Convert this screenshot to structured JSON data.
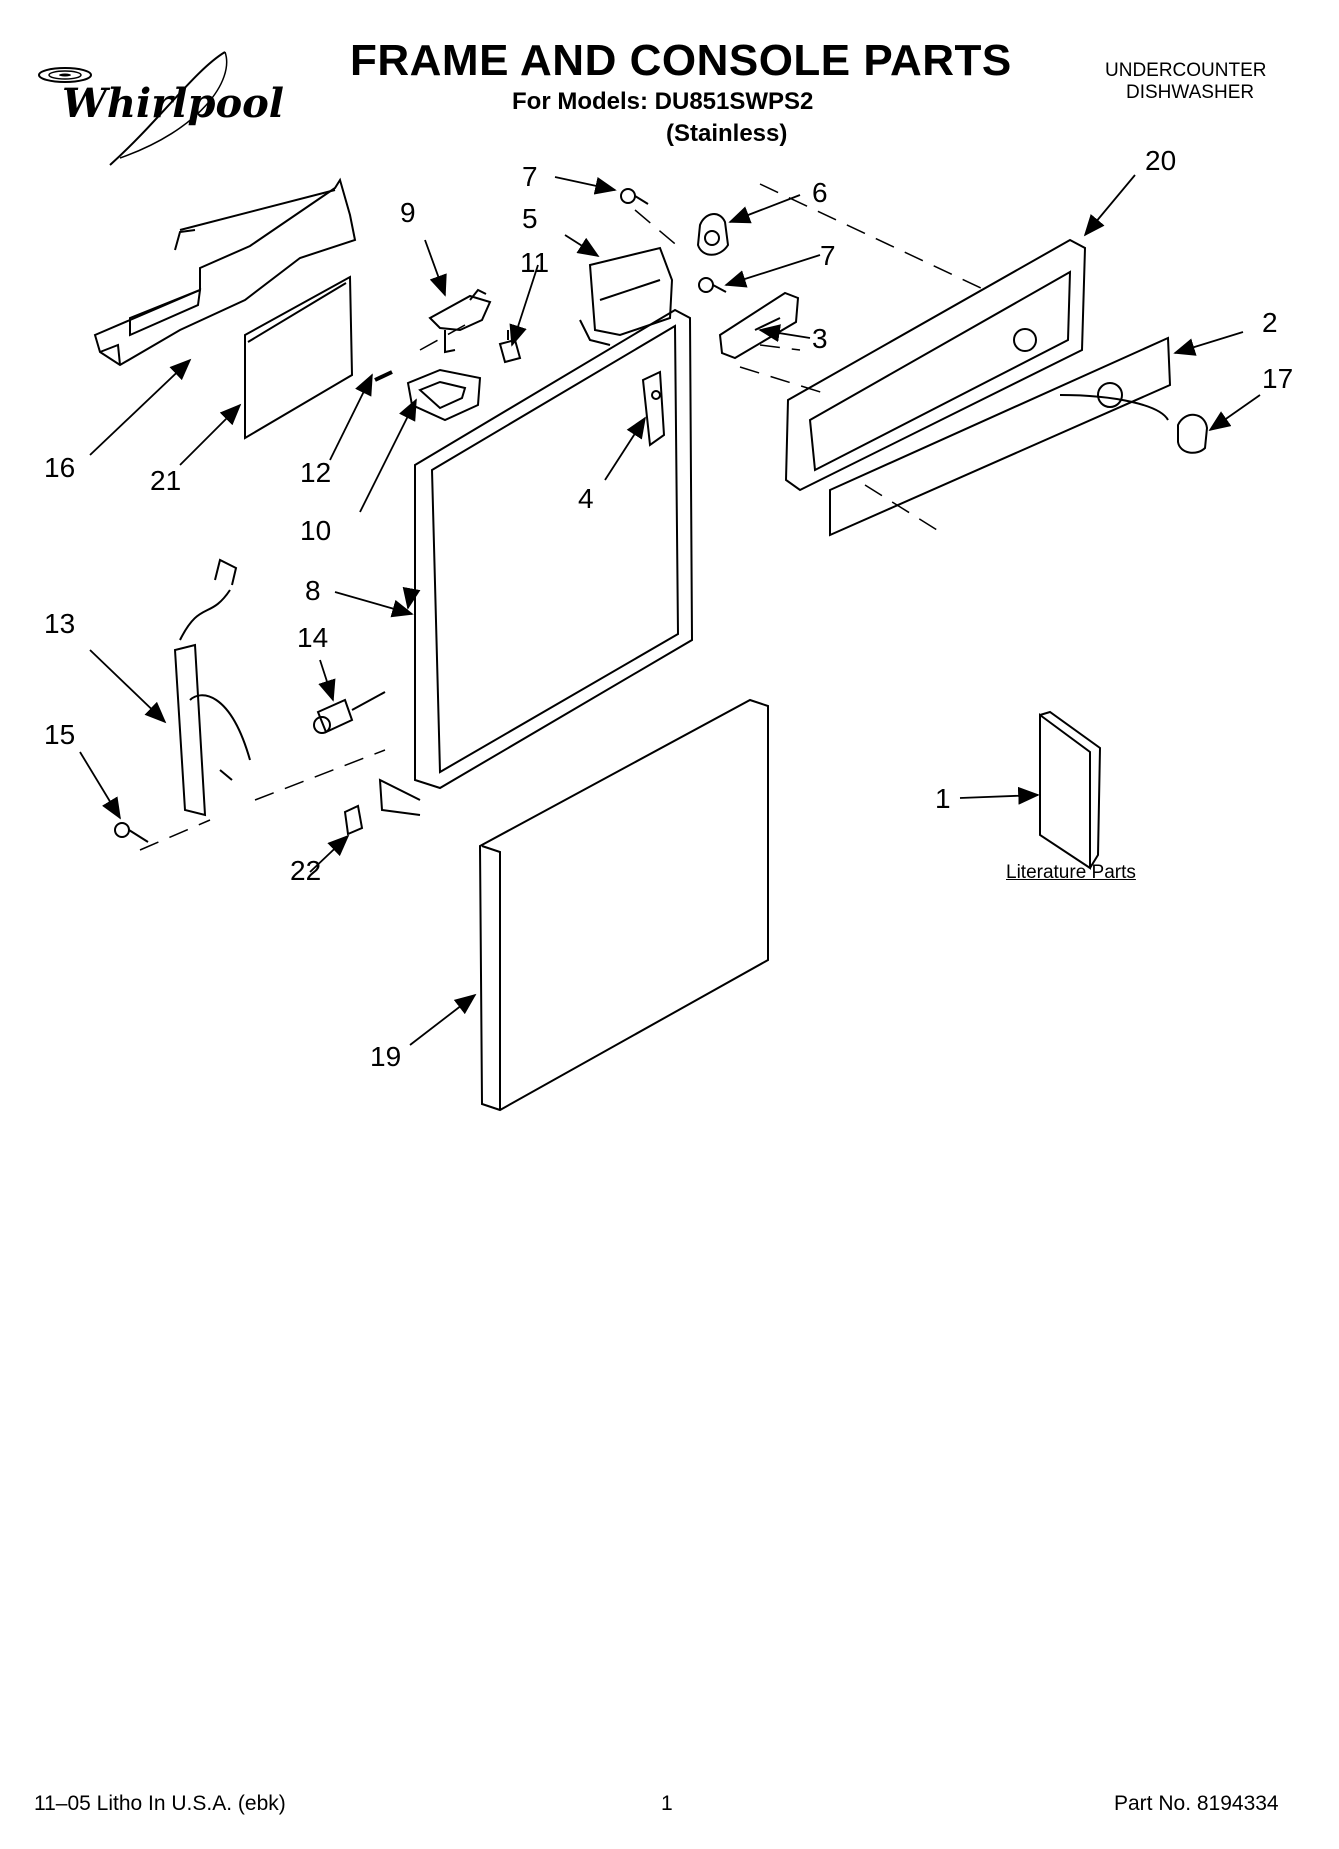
{
  "header": {
    "brand": "Whirlpool",
    "title": "FRAME AND CONSOLE PARTS",
    "models": "For Models: DU851SWPS2",
    "finish": "(Stainless)",
    "product_line1": "UNDERCOUNTER",
    "product_line2": "DISHWASHER"
  },
  "callouts": {
    "c1": "1",
    "c2": "2",
    "c3": "3",
    "c4": "4",
    "c5": "5",
    "c6": "6",
    "c7a": "7",
    "c7b": "7",
    "c8": "8",
    "c9": "9",
    "c10": "10",
    "c11": "11",
    "c12": "12",
    "c13": "13",
    "c14": "14",
    "c15": "15",
    "c16": "16",
    "c17": "17",
    "c19": "19",
    "c20": "20",
    "c21": "21",
    "c22": "22"
  },
  "literature_label": "Literature Parts",
  "footer": {
    "left": "11–05 Litho In U.S.A. (ebk)",
    "page": "1",
    "part_no": "Part No. 8194334"
  }
}
